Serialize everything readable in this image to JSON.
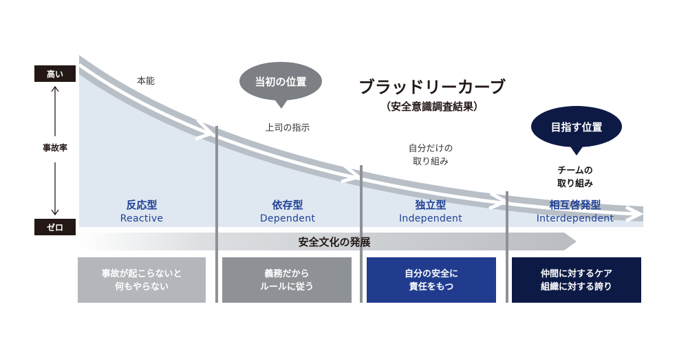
{
  "title": {
    "main": "ブラッドリーカーブ",
    "sub": "（安全意識調査結果）"
  },
  "axis": {
    "high": "高い",
    "zero": "ゼロ",
    "label": "事故率"
  },
  "curve_labels": {
    "instinct": "本能",
    "supervisor": "上司の指示",
    "self_line1": "自分だけの",
    "self_line2": "取り組み",
    "team_line1": "チームの",
    "team_line2": "取り組み"
  },
  "bubbles": {
    "initial": "当初の位置",
    "target": "目指す位置"
  },
  "stages": [
    {
      "jp": "反応型",
      "en": "Reactive"
    },
    {
      "jp": "依存型",
      "en": "Dependent"
    },
    {
      "jp": "独立型",
      "en": "Independent"
    },
    {
      "jp": "相互啓発型",
      "en": "Interdependent"
    }
  ],
  "progress_arrow": "安全文化の発展",
  "boxes": [
    {
      "line1": "事故が起こらないと",
      "line2": "何もやらない",
      "color": "#b3b7bb"
    },
    {
      "line1": "義務だから",
      "line2": "ルールに従う",
      "color": "#8e9296"
    },
    {
      "line1": "自分の安全に",
      "line2": "責任をもつ",
      "color": "#213c8f"
    },
    {
      "line1": "仲間に対するケア",
      "line2": "組織に対する誇り",
      "color": "#0d1a45"
    }
  ],
  "colors": {
    "area_fill": "#dfe8f1",
    "curve_band": "#b8bfc7",
    "divider": "#8e9296",
    "stage_text": "#1f3f95",
    "bubble_initial": "#7c8085",
    "bubble_target": "#0d1a45",
    "axis_tag": "#231815"
  }
}
